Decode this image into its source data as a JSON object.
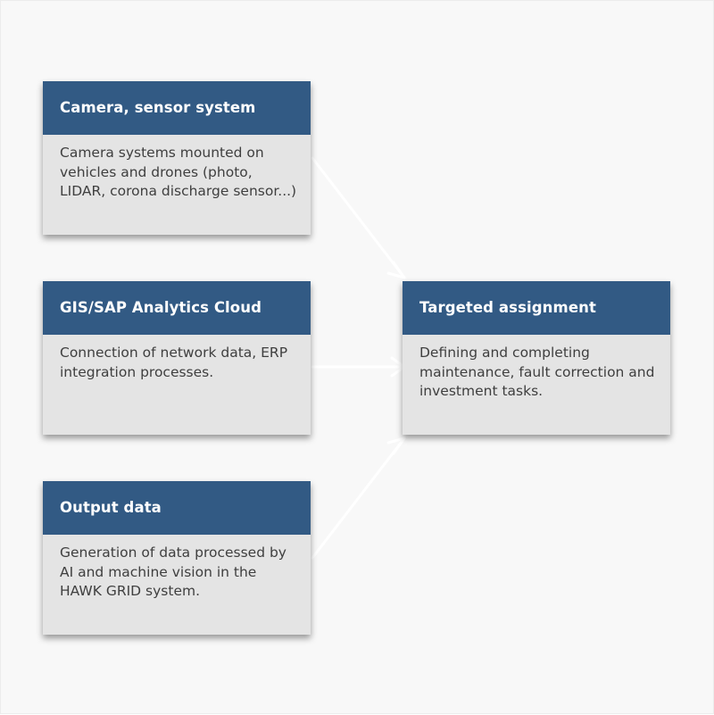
{
  "colors": {
    "header_bg": "#325a84",
    "header_text": "#ffffff",
    "card_bg": "#e4e4e4",
    "body_text": "#3f3f3f",
    "canvas_bg": "#f8f8f8",
    "arrow": "#ffffff"
  },
  "sources": [
    {
      "title": "Camera, sensor system",
      "description": "Camera systems mounted on vehicles and drones (photo, LIDAR, corona discharge sensor...)"
    },
    {
      "title": "GIS/SAP Analytics Cloud",
      "description": "Connection of network data, ERP integration processes."
    },
    {
      "title": "Output data",
      "description": "Generation of data processed by AI and machine vision in the HAWK GRID system."
    }
  ],
  "target": {
    "title": "Targeted assignment",
    "description": "Defining and completing maintenance, fault correction and investment tasks."
  },
  "connections": [
    {
      "from": "Camera, sensor system",
      "to": "Targeted assignment"
    },
    {
      "from": "GIS/SAP Analytics Cloud",
      "to": "Targeted assignment"
    },
    {
      "from": "Output data",
      "to": "Targeted assignment"
    }
  ]
}
